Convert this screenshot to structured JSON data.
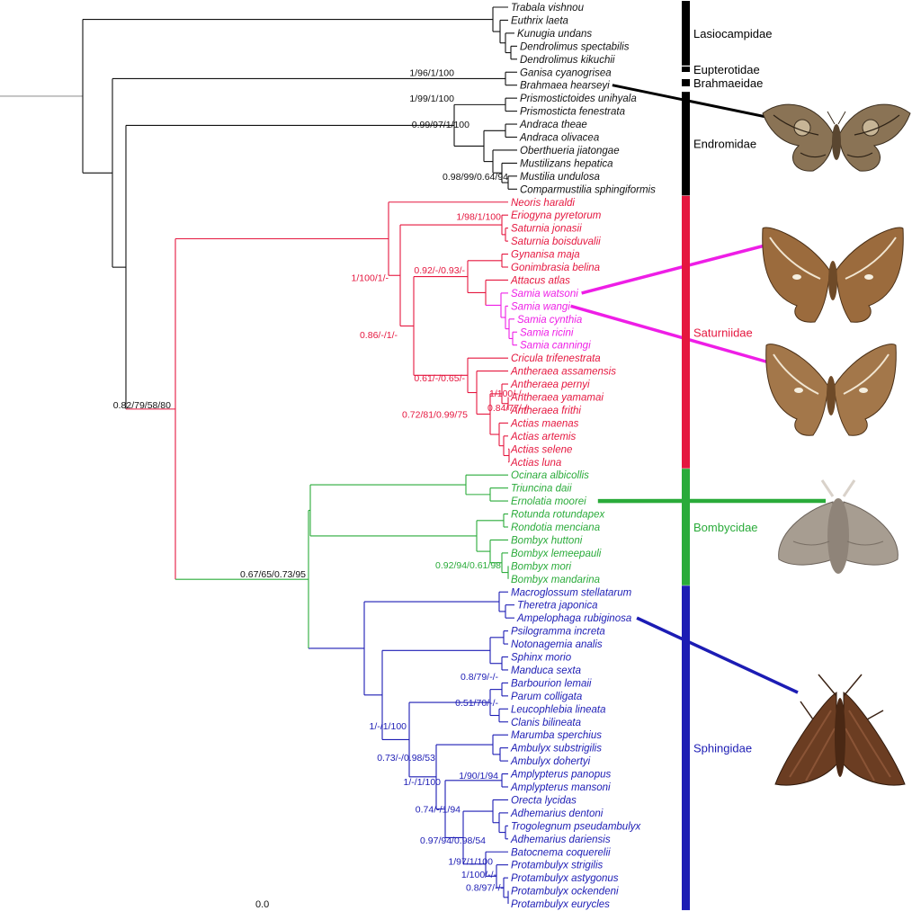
{
  "colors": {
    "outgroup": "#111111",
    "saturniidae": "#e5173f",
    "samia": "#ee1ee6",
    "bombycidae": "#2aab3a",
    "sphingidae": "#1c1cb4"
  },
  "taxa": [
    {
      "name": "Trabala vishnou",
      "group": "outgroup"
    },
    {
      "name": "Euthrix laeta",
      "group": "outgroup"
    },
    {
      "name": "Kunugia undans",
      "group": "outgroup"
    },
    {
      "name": "Dendrolimus spectabilis",
      "group": "outgroup"
    },
    {
      "name": "Dendrolimus kikuchii",
      "group": "outgroup"
    },
    {
      "name": "Ganisa cyanogrisea",
      "group": "outgroup"
    },
    {
      "name": "Brahmaea hearseyi",
      "group": "outgroup"
    },
    {
      "name": "Prismostictoides unihyala",
      "group": "outgroup"
    },
    {
      "name": "Prismosticta fenestrata",
      "group": "outgroup"
    },
    {
      "name": "Andraca theae",
      "group": "outgroup"
    },
    {
      "name": "Andraca olivacea",
      "group": "outgroup"
    },
    {
      "name": "Oberthueria jiatongae",
      "group": "outgroup"
    },
    {
      "name": "Mustilizans hepatica",
      "group": "outgroup"
    },
    {
      "name": "Mustilia undulosa",
      "group": "outgroup"
    },
    {
      "name": "Comparmustilia sphingiformis",
      "group": "outgroup"
    },
    {
      "name": "Neoris haraldi",
      "group": "saturniidae"
    },
    {
      "name": "Eriogyna pyretorum",
      "group": "saturniidae"
    },
    {
      "name": "Saturnia jonasii",
      "group": "saturniidae"
    },
    {
      "name": "Saturnia boisduvalii",
      "group": "saturniidae"
    },
    {
      "name": "Gynanisa maja",
      "group": "saturniidae"
    },
    {
      "name": "Gonimbrasia belina",
      "group": "saturniidae"
    },
    {
      "name": "Attacus atlas",
      "group": "saturniidae"
    },
    {
      "name": "Samia watsoni",
      "group": "samia"
    },
    {
      "name": "Samia wangi",
      "group": "samia"
    },
    {
      "name": "Samia cynthia",
      "group": "samia"
    },
    {
      "name": "Samia ricini",
      "group": "samia"
    },
    {
      "name": "Samia canningi",
      "group": "samia"
    },
    {
      "name": "Cricula trifenestrata",
      "group": "saturniidae"
    },
    {
      "name": "Antheraea assamensis",
      "group": "saturniidae"
    },
    {
      "name": "Antheraea pernyi",
      "group": "saturniidae"
    },
    {
      "name": "Antheraea yamamai",
      "group": "saturniidae"
    },
    {
      "name": "Antheraea frithi",
      "group": "saturniidae"
    },
    {
      "name": "Actias maenas",
      "group": "saturniidae"
    },
    {
      "name": "Actias artemis",
      "group": "saturniidae"
    },
    {
      "name": "Actias selene",
      "group": "saturniidae"
    },
    {
      "name": "Actias luna",
      "group": "saturniidae"
    },
    {
      "name": "Ocinara albicollis",
      "group": "bombycidae"
    },
    {
      "name": "Triuncina daii",
      "group": "bombycidae"
    },
    {
      "name": "Ernolatia moorei",
      "group": "bombycidae"
    },
    {
      "name": "Rotunda rotundapex",
      "group": "bombycidae"
    },
    {
      "name": "Rondotia menciana",
      "group": "bombycidae"
    },
    {
      "name": "Bombyx huttoni",
      "group": "bombycidae"
    },
    {
      "name": "Bombyx lemeepauli",
      "group": "bombycidae"
    },
    {
      "name": "Bombyx mori",
      "group": "bombycidae"
    },
    {
      "name": "Bombyx mandarina",
      "group": "bombycidae"
    },
    {
      "name": "Macroglossum stellatarum",
      "group": "sphingidae"
    },
    {
      "name": "Theretra japonica",
      "group": "sphingidae"
    },
    {
      "name": "Ampelophaga rubiginosa",
      "group": "sphingidae"
    },
    {
      "name": "Psilogramma increta",
      "group": "sphingidae"
    },
    {
      "name": "Notonagemia analis",
      "group": "sphingidae"
    },
    {
      "name": "Sphinx morio",
      "group": "sphingidae"
    },
    {
      "name": "Manduca sexta",
      "group": "sphingidae"
    },
    {
      "name": "Barbourion lemaii",
      "group": "sphingidae"
    },
    {
      "name": "Parum colligata",
      "group": "sphingidae"
    },
    {
      "name": "Leucophlebia lineata",
      "group": "sphingidae"
    },
    {
      "name": "Clanis bilineata",
      "group": "sphingidae"
    },
    {
      "name": "Marumba sperchius",
      "group": "sphingidae"
    },
    {
      "name": "Ambulyx substrigilis",
      "group": "sphingidae"
    },
    {
      "name": "Ambulyx dohertyi",
      "group": "sphingidae"
    },
    {
      "name": "Amplypterus panopus",
      "group": "sphingidae"
    },
    {
      "name": "Amplypterus mansoni",
      "group": "sphingidae"
    },
    {
      "name": "Orecta lycidas",
      "group": "sphingidae"
    },
    {
      "name": "Adhemarius dentoni",
      "group": "sphingidae"
    },
    {
      "name": "Trogolegnum pseudambulyx",
      "group": "sphingidae"
    },
    {
      "name": "Adhemarius dariensis",
      "group": "sphingidae"
    },
    {
      "name": "Batocnema coquerelii",
      "group": "sphingidae"
    },
    {
      "name": "Protambulyx strigilis",
      "group": "sphingidae"
    },
    {
      "name": "Protambulyx astygonus",
      "group": "sphingidae"
    },
    {
      "name": "Protambulyx ockendeni",
      "group": "sphingidae"
    },
    {
      "name": "Protambulyx eurycles",
      "group": "sphingidae"
    }
  ],
  "families": [
    {
      "name": "Lasiocampidae",
      "color": "#000000",
      "first": 0,
      "last": 4
    },
    {
      "name": "Eupterotidae",
      "color": "#000000",
      "first": 5,
      "last": 5
    },
    {
      "name": "Brahmaeidae",
      "color": "#000000",
      "first": 6,
      "last": 6
    },
    {
      "name": "Endromidae",
      "color": "#000000",
      "first": 7,
      "last": 14
    },
    {
      "name": "Saturniidae",
      "color": "#e5173f",
      "first": 15,
      "last": 35
    },
    {
      "name": "Bombycidae",
      "color": "#2aab3a",
      "first": 36,
      "last": 44
    },
    {
      "name": "Sphingidae",
      "color": "#1c1cb4",
      "first": 45,
      "last": 69
    }
  ],
  "support_labels": [
    {
      "text": "1/96/1/100",
      "group": "outgroup"
    },
    {
      "text": "1/99/1/100",
      "group": "outgroup"
    },
    {
      "text": "0.99/97/1/100",
      "group": "outgroup"
    },
    {
      "text": "0.98/99/0.64/94",
      "group": "outgroup"
    },
    {
      "text": "0.82/79/58/80",
      "group": "outgroup"
    },
    {
      "text": "0.67/65/0.73/95",
      "group": "outgroup"
    },
    {
      "text": "1/98/1/100",
      "group": "saturniidae"
    },
    {
      "text": "1/100/1/-",
      "group": "saturniidae"
    },
    {
      "text": "0.92/-/0.93/-",
      "group": "saturniidae"
    },
    {
      "text": "0.86/-/1/-",
      "group": "saturniidae"
    },
    {
      "text": "0.61/-/0.65/-",
      "group": "saturniidae"
    },
    {
      "text": "1/100/-/-",
      "group": "saturniidae"
    },
    {
      "text": "0.72/81/0.99/75",
      "group": "saturniidae"
    },
    {
      "text": "0.84/77/-/-",
      "group": "saturniidae"
    },
    {
      "text": "0.92/94/0.61/98",
      "group": "bombycidae"
    },
    {
      "text": "0.8/79/-/-",
      "group": "sphingidae"
    },
    {
      "text": "0.51/70/-/-",
      "group": "sphingidae"
    },
    {
      "text": "1/-/1/100",
      "group": "sphingidae"
    },
    {
      "text": "0.73/-/0.98/53",
      "group": "sphingidae"
    },
    {
      "text": "1/90/1/94",
      "group": "sphingidae"
    },
    {
      "text": "1/-/1/100",
      "group": "sphingidae"
    },
    {
      "text": "0.74/-/1/94",
      "group": "sphingidae"
    },
    {
      "text": "0.97/94/0.98/54",
      "group": "sphingidae"
    },
    {
      "text": "1/97/1/100",
      "group": "sphingidae"
    },
    {
      "text": "1/100/-/-",
      "group": "sphingidae"
    },
    {
      "text": "0.8/97/-/-",
      "group": "sphingidae"
    }
  ],
  "scale_label": "0.0",
  "moth_images": [
    {
      "name": "Brahmaea hearseyi photo",
      "taxon": 6
    },
    {
      "name": "Samia watsoni photo",
      "taxon": 22
    },
    {
      "name": "Samia wangi photo",
      "taxon": 23
    },
    {
      "name": "Ernolatia moorei photo",
      "taxon": 38
    },
    {
      "name": "Ampelophaga rubiginosa photo",
      "taxon": 47
    }
  ]
}
